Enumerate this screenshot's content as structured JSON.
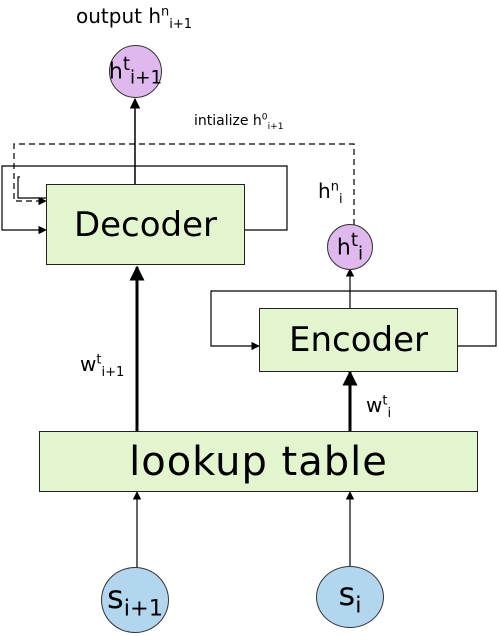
{
  "labels": {
    "output_prefix": "output h",
    "output_sup": "n",
    "output_sub": "i+1",
    "init_prefix": "intialize h",
    "init_sup": "0",
    "init_sub": "i+1",
    "hn_base": "h",
    "hn_sup": "n",
    "hn_sub": "i",
    "w_dec_base": "w",
    "w_dec_sup": "t",
    "w_dec_sub": "i+1",
    "w_enc_base": "w",
    "w_enc_sup": "t",
    "w_enc_sub": "i"
  },
  "blocks": {
    "decoder": "Decoder",
    "encoder": "Encoder",
    "lookup": "lookup table"
  },
  "nodes": {
    "h_dec_base": "h",
    "h_dec_sup": "t",
    "h_dec_sub": "i+1",
    "h_enc_base": "h",
    "h_enc_sup": "t",
    "h_enc_sub": "i",
    "s_next_base": "s",
    "s_next_sub": "i+1",
    "s_cur_base": "s",
    "s_cur_sub": "i"
  },
  "colors": {
    "block_fill": "#e2f5cf",
    "hidden_node_fill": "#dfb9ee",
    "sentence_node_fill": "#b3d6ef"
  }
}
